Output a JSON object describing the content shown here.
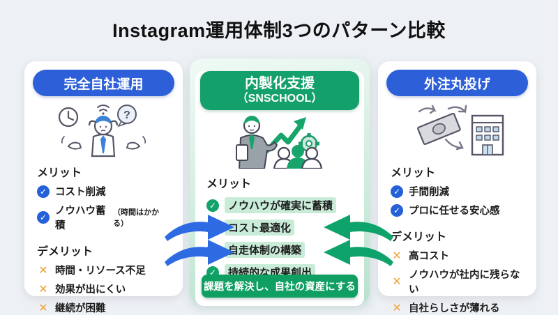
{
  "title": "Instagram運用体制3つのパターン比較",
  "colors": {
    "header_blue": "#2d5fd8",
    "header_green": "#14a06a",
    "banner_green": "#0f9f63",
    "check_blue": "#2460d8",
    "check_green": "#12a369",
    "cross_orange": "#f0a236",
    "highlight_green": "#c9ecd9",
    "page_background": "#edf0f4"
  },
  "icons": {
    "check": "✓",
    "cross": "✕"
  },
  "left": {
    "header": "完全自社運用",
    "merit_label": "メリット",
    "merits": [
      {
        "text": "コスト削減",
        "note": ""
      },
      {
        "text": "ノウハウ蓄積",
        "note": "（時間はかかる）"
      }
    ],
    "demerit_label": "デメリット",
    "demerits": [
      "時間・リソース不足",
      "効果が出にくい",
      "継続が困難"
    ]
  },
  "center": {
    "header_line1": "内製化支援",
    "header_line2": "（SNSCHOOL）",
    "merit_label": "メリット",
    "merits": [
      "ノウハウが確実に蓄積",
      "コスト最適化",
      "自走体制の構築",
      "持続的な成果創出"
    ],
    "banner": "課題を解決し、自社の資産にする"
  },
  "right": {
    "header": "外注丸投げ",
    "merit_label": "メリット",
    "merits": [
      "手間削減",
      "プロに任せる安心感"
    ],
    "demerit_label": "デメリット",
    "demerits": [
      "高コスト",
      "ノウハウが社内に残らない",
      "自社らしさが薄れる"
    ]
  }
}
